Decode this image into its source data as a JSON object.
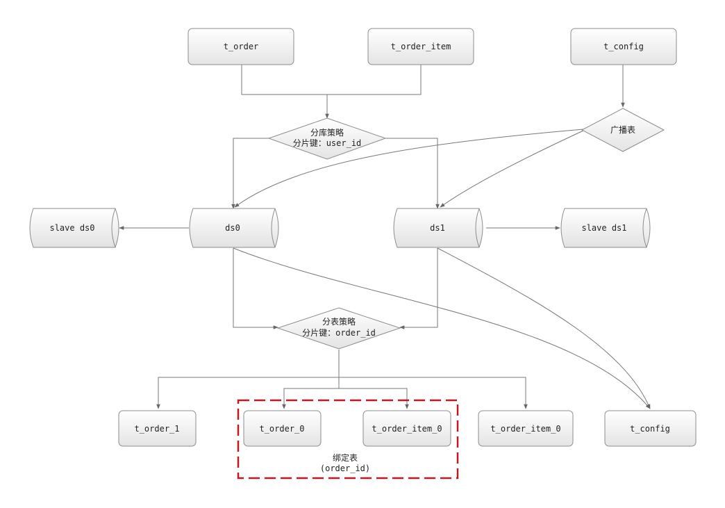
{
  "nodes": {
    "t_order_top": "t_order",
    "t_order_item_top": "t_order_item",
    "t_config_top": "t_config",
    "db_strategy_line1": "分库策略",
    "db_strategy_line2": "分片键：user_id",
    "broadcast": "广播表",
    "slave_ds0": "slave ds0",
    "ds0": "ds0",
    "ds1": "ds1",
    "slave_ds1": "slave ds1",
    "table_strategy_line1": "分表策略",
    "table_strategy_line2": "分片键：order_id",
    "t_order_1": "t_order_1",
    "t_order_0": "t_order_0",
    "t_order_item_0_inner": "t_order_item_0",
    "t_order_item_0_outer": "t_order_item_0",
    "t_config_bottom": "t_config"
  },
  "binding_group": {
    "line1": "绑定表",
    "line2": "(order_id)"
  },
  "colors": {
    "box_fill_top": "#ffffff",
    "box_fill_bottom": "#e4e4e4",
    "stroke": "#8c8c8c",
    "connector": "#777777",
    "binding_frame": "#c0181e"
  }
}
